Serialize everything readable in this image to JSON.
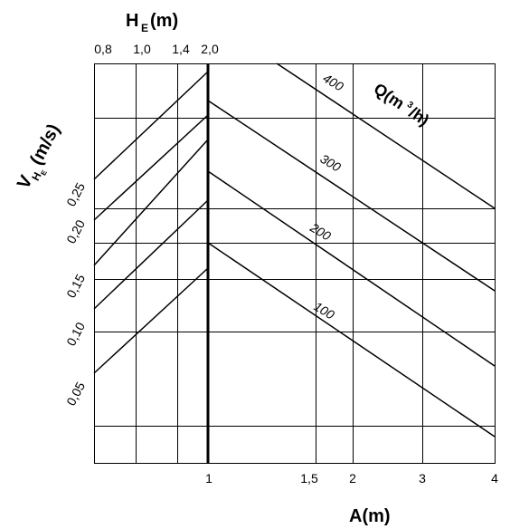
{
  "chart_data": {
    "type": "line",
    "title": "",
    "top_axis": {
      "label_main": "H",
      "label_sub": "E",
      "label_unit": "(m)",
      "ticks": [
        "0,8",
        "1,0",
        "1,4",
        "2,0"
      ]
    },
    "left_axis": {
      "label_main": "V",
      "label_sub1": "H",
      "label_sub2": "E",
      "label_unit": "(m/s)",
      "ticks": [
        "0,05",
        "0,10",
        "0,15",
        "0,20",
        "0,25"
      ]
    },
    "bottom_axis": {
      "label": "A(m)",
      "ticks": [
        "1",
        "1,5",
        "2",
        "3",
        "4"
      ]
    },
    "flow_label": {
      "main": "Q(m",
      "sup": "3",
      "tail": "/h)"
    },
    "series": [
      {
        "name": "100",
        "left_line": [
          [
            0,
            0.055
          ],
          [
            1,
            0.165
          ]
        ],
        "right_line": [
          [
            1,
            0.2
          ],
          [
            4,
            0.0
          ]
        ]
      },
      {
        "name": "200",
        "left_line": [
          [
            0,
            0.12
          ],
          [
            1,
            0.25
          ]
        ],
        "right_line": [
          [
            1,
            0.283
          ],
          [
            4,
            0.069
          ]
        ]
      },
      {
        "name": "300",
        "left_line": [
          [
            0,
            0.167
          ],
          [
            1,
            0.31
          ]
        ],
        "right_line": [
          [
            1,
            0.34
          ],
          [
            4,
            0.138
          ]
        ]
      },
      {
        "name": "400",
        "left_line": [
          [
            0,
            0.228
          ],
          [
            1,
            0.354
          ]
        ],
        "right_line": [
          [
            1,
            0.37
          ],
          [
            4,
            0.193
          ]
        ]
      }
    ],
    "line_color": "#000000",
    "grid": true
  }
}
